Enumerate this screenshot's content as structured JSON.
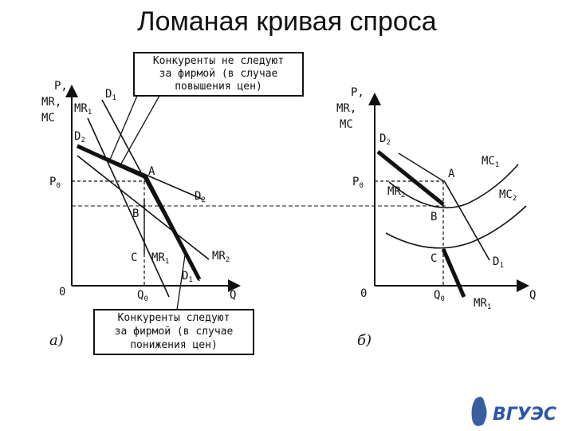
{
  "title": "Ломаная кривая спроса",
  "panel_a": {
    "letter": "а)",
    "axis_y_lines": [
      "P,",
      "MR,",
      "MC"
    ],
    "axis_x": "Q",
    "origin": "0",
    "p0": "P",
    "p0_sub": "0",
    "q0": "Q",
    "q0_sub": "0",
    "labels": {
      "d1_top": "D",
      "d1_top_sub": "1",
      "mr1_top": "MR",
      "mr1_top_sub": "1",
      "d2_top": "D",
      "d2_top_sub": "2",
      "a": "A",
      "b": "B",
      "c": "C",
      "d2_right": "D",
      "d2_right_sub": "2",
      "mr1_mid": "MR",
      "mr1_mid_sub": "1",
      "mr2": "MR",
      "mr2_sub": "2",
      "d1_bottom": "D",
      "d1_bottom_sub": "1"
    },
    "top_box": [
      "Конкуренты не следуют",
      "за фирмой (в случае",
      "повышения цен)"
    ],
    "bottom_box": [
      "Конкуренты следуют",
      "за фирмой (в случае",
      "понижения цен)"
    ]
  },
  "panel_b": {
    "letter": "б)",
    "axis_y_lines": [
      "P,",
      "MR,",
      "MC"
    ],
    "axis_x": "Q",
    "origin": "0",
    "p0": "P",
    "p0_sub": "0",
    "q0": "Q",
    "q0_sub": "0",
    "labels": {
      "d2": "D",
      "d2_sub": "2",
      "a": "A",
      "b": "B",
      "c": "C",
      "mr2": "MR",
      "mr2_sub": "2",
      "mc1": "MC",
      "mc1_sub": "1",
      "mc2": "MC",
      "mc2_sub": "2",
      "d1": "D",
      "d1_sub": "1",
      "mr1": "MR",
      "mr1_sub": "1"
    }
  },
  "logo_text": "ВГУЭС"
}
